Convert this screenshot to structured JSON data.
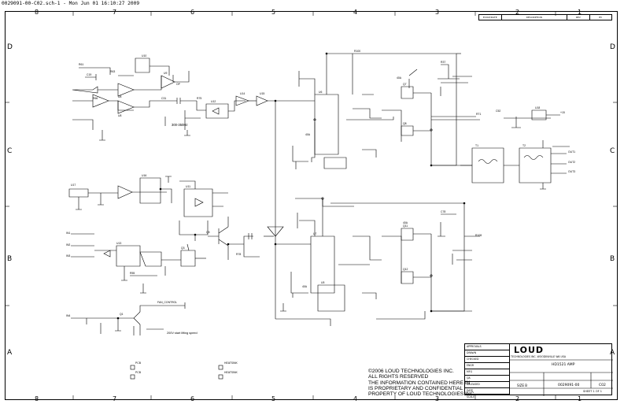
{
  "header": {
    "text": "0029091-00-C02.sch-1 - Mon Jun 01 16:10:27 2009"
  },
  "zones": {
    "columns": [
      "8",
      "7",
      "6",
      "5",
      "4",
      "3",
      "2",
      "1"
    ],
    "rows": [
      "D",
      "C",
      "B",
      "A"
    ]
  },
  "revision_block": {
    "cols": [
      "ECO#/DATE",
      "DESCRIPTION",
      "REV",
      "BY"
    ]
  },
  "labels": {
    "filter_freq": "300-350Hz",
    "ldr_note": "200V start lifting speed",
    "net_a": "40A",
    "net_b": "40A",
    "net_c": "40A",
    "net_d": "40A"
  },
  "copyright": {
    "lines": [
      "©2006 LOUD TECHNOLOGIES INC.",
      "ALL RIGHTS RESERVED",
      "THE INFORMATION CONTAINED HERE IN",
      "IS PROPRIETARY AND CONFIDENTIAL",
      "PROPERTY OF LOUD TECHNOLOGIES INC."
    ]
  },
  "title_block": {
    "approvals_label": "APPROVALS",
    "approval_rows": [
      "DRAWN",
      "CHECKED",
      "ENGR",
      "MFG",
      "QA",
      "RELEASED",
      "DATE",
      "SCALE"
    ],
    "logo": "LOUD",
    "company": "TECHNOLOGIES INC. WOODINVILLE WA USA",
    "title": "HD1521 AMP",
    "size": "SIZE B",
    "doc_number": "0029091-00",
    "rev": "C02",
    "sheet": "SHEET 1 OF 1"
  }
}
